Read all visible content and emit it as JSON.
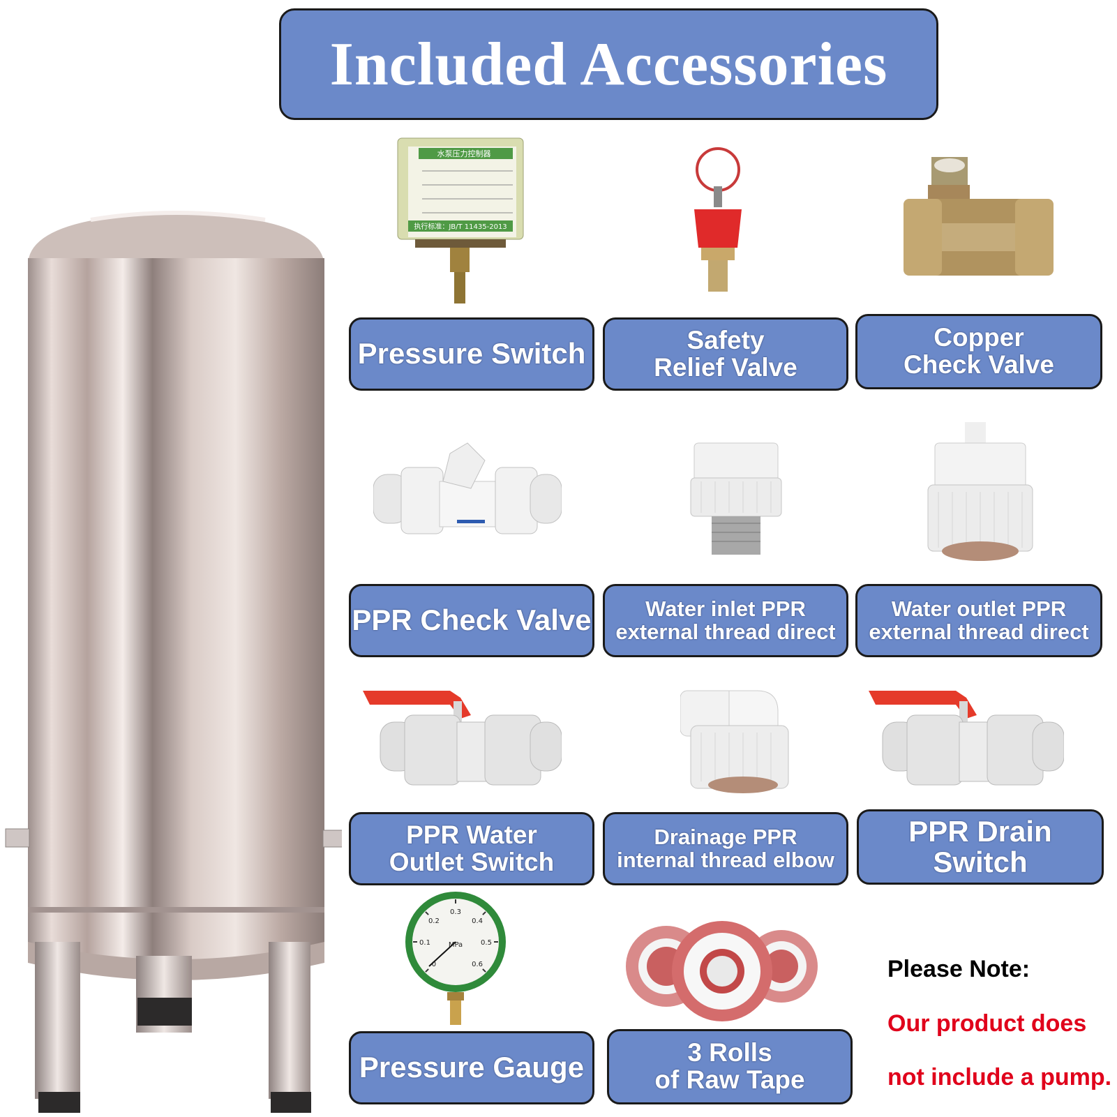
{
  "title": "Included Accessories",
  "items": [
    {
      "label_lines": [
        "Pressure Switch"
      ]
    },
    {
      "label_lines": [
        "Safety",
        "Relief Valve"
      ]
    },
    {
      "label_lines": [
        "Copper",
        "Check Valve"
      ]
    },
    {
      "label_lines": [
        "PPR Check Valve"
      ]
    },
    {
      "label_lines": [
        "Water inlet PPR",
        "external thread direct"
      ]
    },
    {
      "label_lines": [
        "Water outlet PPR",
        "external thread direct"
      ]
    },
    {
      "label_lines": [
        "PPR Water",
        "Outlet Switch"
      ]
    },
    {
      "label_lines": [
        "Drainage PPR",
        "internal thread elbow"
      ]
    },
    {
      "label_lines": [
        "PPR Drain Switch"
      ]
    },
    {
      "label_lines": [
        "Pressure Gauge"
      ]
    },
    {
      "label_lines": [
        "3 Rolls",
        "of Raw Tape"
      ]
    }
  ],
  "note": {
    "heading": "Please Note:",
    "line1": "Our product does",
    "line2": "not include a pump.",
    "heading_color": "#000000",
    "text_color": "#e0001b"
  },
  "colors": {
    "label_bg": "#6b89c9",
    "label_border": "#1a1a1a",
    "label_text": "#ffffff"
  },
  "pressure_switch_sticker": {
    "line1": "水泵压力控制器",
    "line2": "执行标准：JB/T 11435-2013"
  },
  "gauge_face": {
    "unit": "MPa",
    "marks": [
      "0",
      "0.1",
      "0.2",
      "0.3",
      "0.4",
      "0.5",
      "0.6"
    ]
  }
}
